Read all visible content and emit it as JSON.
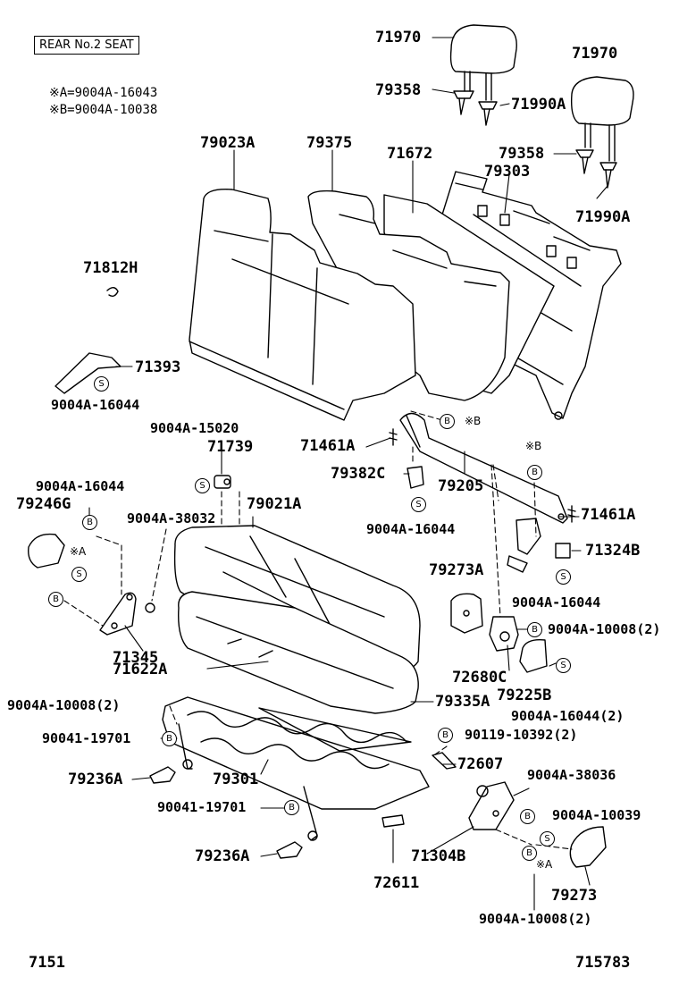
{
  "header": {
    "section_label": "REAR No.2 SEAT",
    "note_a": "※A=9004A-16043",
    "note_b": "※B=9004A-10038"
  },
  "parts": {
    "p71970_l": "71970",
    "p71970_r": "71970",
    "p79358_l": "79358",
    "p79358_r": "79358",
    "p71990a_l": "71990A",
    "p71990a_r": "71990A",
    "p79303": "79303",
    "p79023a": "79023A",
    "p79375": "79375",
    "p71672": "71672",
    "p71812h": "71812H",
    "p71393": "71393",
    "p9004a_16044_a": "9004A-16044",
    "p9004a_15020": "9004A-15020",
    "p71739": "71739",
    "p71461a_l": "71461A",
    "p71461a_r": "71461A",
    "p79382c": "79382C",
    "p79205": "79205",
    "p9004a_16044_b": "9004A-16044",
    "p9004a_16044_c": "9004A-16044",
    "p79246g": "79246G",
    "p9004a_38032": "9004A-38032",
    "p79021a": "79021A",
    "p71324b": "71324B",
    "p9004a_16044_d": "9004A-16044",
    "p79273a": "79273A",
    "p9004a_10008_2a": "9004A-10008(2)",
    "p71345": "71345",
    "p71622a": "71622A",
    "p72680c": "72680C",
    "p79225b": "79225B",
    "p9004a_10008_2b": "9004A-10008(2)",
    "p79335a": "79335A",
    "p9004a_16044_2": "9004A-16044(2)",
    "p90041_19701_a": "90041-19701",
    "p90119_10392": "90119-10392(2)",
    "p79236a_a": "79236A",
    "p79301": "79301",
    "p72607": "72607",
    "p9004a_38036": "9004A-38036",
    "p90041_19701_b": "90041-19701",
    "p9004a_10039": "9004A-10039",
    "p79236a_b": "79236A",
    "p71304b": "71304B",
    "p72611": "72611",
    "p79273": "79273",
    "p9004a_10008_2c": "9004A-10008(2)"
  },
  "markers": {
    "b": "B",
    "s": "S",
    "star_a": "※A",
    "star_b": "※B"
  },
  "footer": {
    "left_code": "7151",
    "right_code": "715783"
  }
}
